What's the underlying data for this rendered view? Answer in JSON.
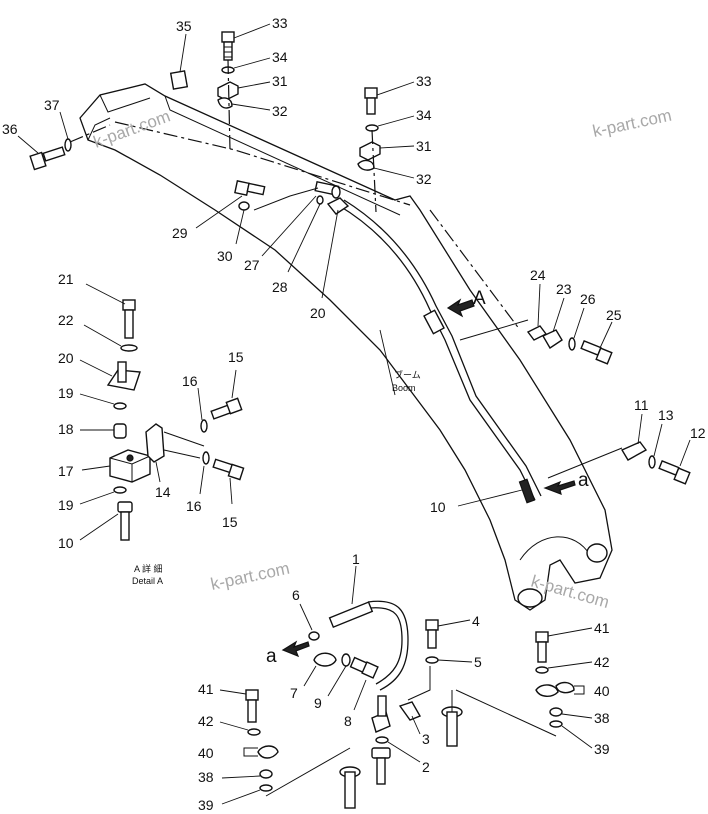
{
  "watermark": "k-part.com",
  "boom_label_jp": "ブーム",
  "boom_label_en": "Boom",
  "detail_label_jp": "A 詳 細",
  "detail_label_en": "Detail A",
  "view_letter_A": "A",
  "view_letter_a": "a",
  "parts": {
    "p1": "1",
    "p2": "2",
    "p3": "3",
    "p4": "4",
    "p5": "5",
    "p6": "6",
    "p7": "7",
    "p8": "8",
    "p9": "9",
    "p10": "10",
    "p11": "11",
    "p12": "12",
    "p13": "13",
    "p14": "14",
    "p15": "15",
    "p16": "16",
    "p17": "17",
    "p18": "18",
    "p19": "19",
    "p20": "20",
    "p21": "21",
    "p22": "22",
    "p23": "23",
    "p24": "24",
    "p25": "25",
    "p26": "26",
    "p27": "27",
    "p28": "28",
    "p29": "29",
    "p30": "30",
    "p31": "31",
    "p32": "32",
    "p33": "33",
    "p34": "34",
    "p35": "35",
    "p36": "36",
    "p37": "37",
    "p38": "38",
    "p39": "39",
    "p40": "40",
    "p41": "41",
    "p42": "42"
  }
}
